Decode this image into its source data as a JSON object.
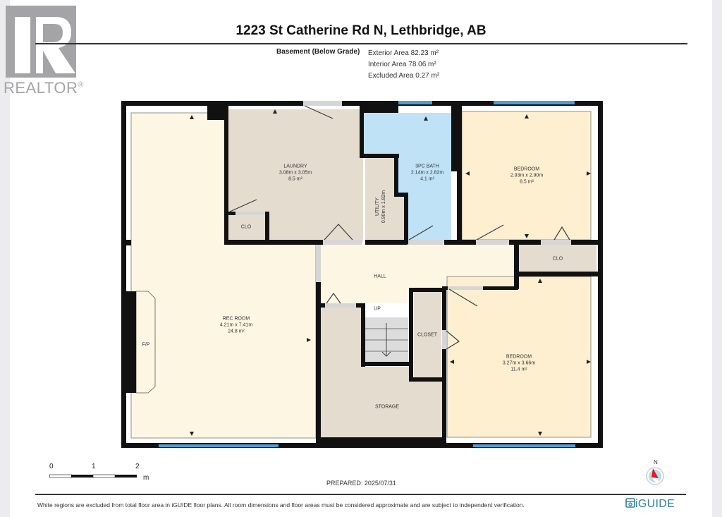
{
  "branding": {
    "realtor_logo_letter": "R",
    "realtor_text": "REALTOR",
    "registered_mark": "®",
    "iguide_logo_text": "iGUIDE"
  },
  "header": {
    "title": "1223 St Catherine Rd N, Lethbridge, AB",
    "level_name": "Basement (Below Grade)",
    "exterior_area": "Exterior Area 82.23 m²",
    "interior_area": "Interior Area 78.06 m²",
    "excluded_area": "Excluded Area 0.27 m²"
  },
  "rooms": [
    {
      "name": "LAUNDRY",
      "dims": "3.08m x 3.05m",
      "area": "8.5 m²",
      "color": "#e4dccf"
    },
    {
      "name": "3PC BATH",
      "dims": "2.14m x 2.82m",
      "area": "4.1 m²",
      "color": "#bfe2f7"
    },
    {
      "name": "BEDROOM",
      "dims": "2.93m x 2.90m",
      "area": "8.5 m²",
      "color": "#fdefd0"
    },
    {
      "name": "UTILITY",
      "dims": "0.90m x 1.82m",
      "color": "#e4dccf"
    },
    {
      "name": "CLO",
      "color": "#e4dccf"
    },
    {
      "name": "CLO",
      "color": "#e4dccf"
    },
    {
      "name": "HALL",
      "color": "#fdf6e3"
    },
    {
      "name": "REC ROOM",
      "dims": "4.21m x 7.41m",
      "area": "24.8 m²",
      "color": "#fdf6e3"
    },
    {
      "name": "F/P"
    },
    {
      "name": "UP"
    },
    {
      "name": "CLOSET",
      "color": "#e4dccf"
    },
    {
      "name": "BEDROOM",
      "dims": "3.27m x 3.66m",
      "area": "11.4 m²",
      "color": "#fdefd0"
    },
    {
      "name": "STORAGE",
      "color": "#e4dccf"
    }
  ],
  "colors": {
    "wall": "#111111",
    "window": "#4a9fd8",
    "door_opening": "#d6d6d6",
    "finished_room": "#fdf6e3",
    "bedroom": "#fdefd0",
    "unfinished_room": "#e4dccf",
    "bathroom": "#bfe2f7",
    "stairs": "#dcdcdc"
  },
  "scale_bar": {
    "labels": [
      "0",
      "1",
      "2"
    ],
    "unit": "m"
  },
  "prepared": "PREPARED: 2025/07/31",
  "compass": {
    "label": "N"
  },
  "footer": {
    "disclaimer": "White regions are excluded from total floor area in iGUIDE floor plans. All room dimensions and floor areas must be considered approximate and are subject to independent verification."
  }
}
